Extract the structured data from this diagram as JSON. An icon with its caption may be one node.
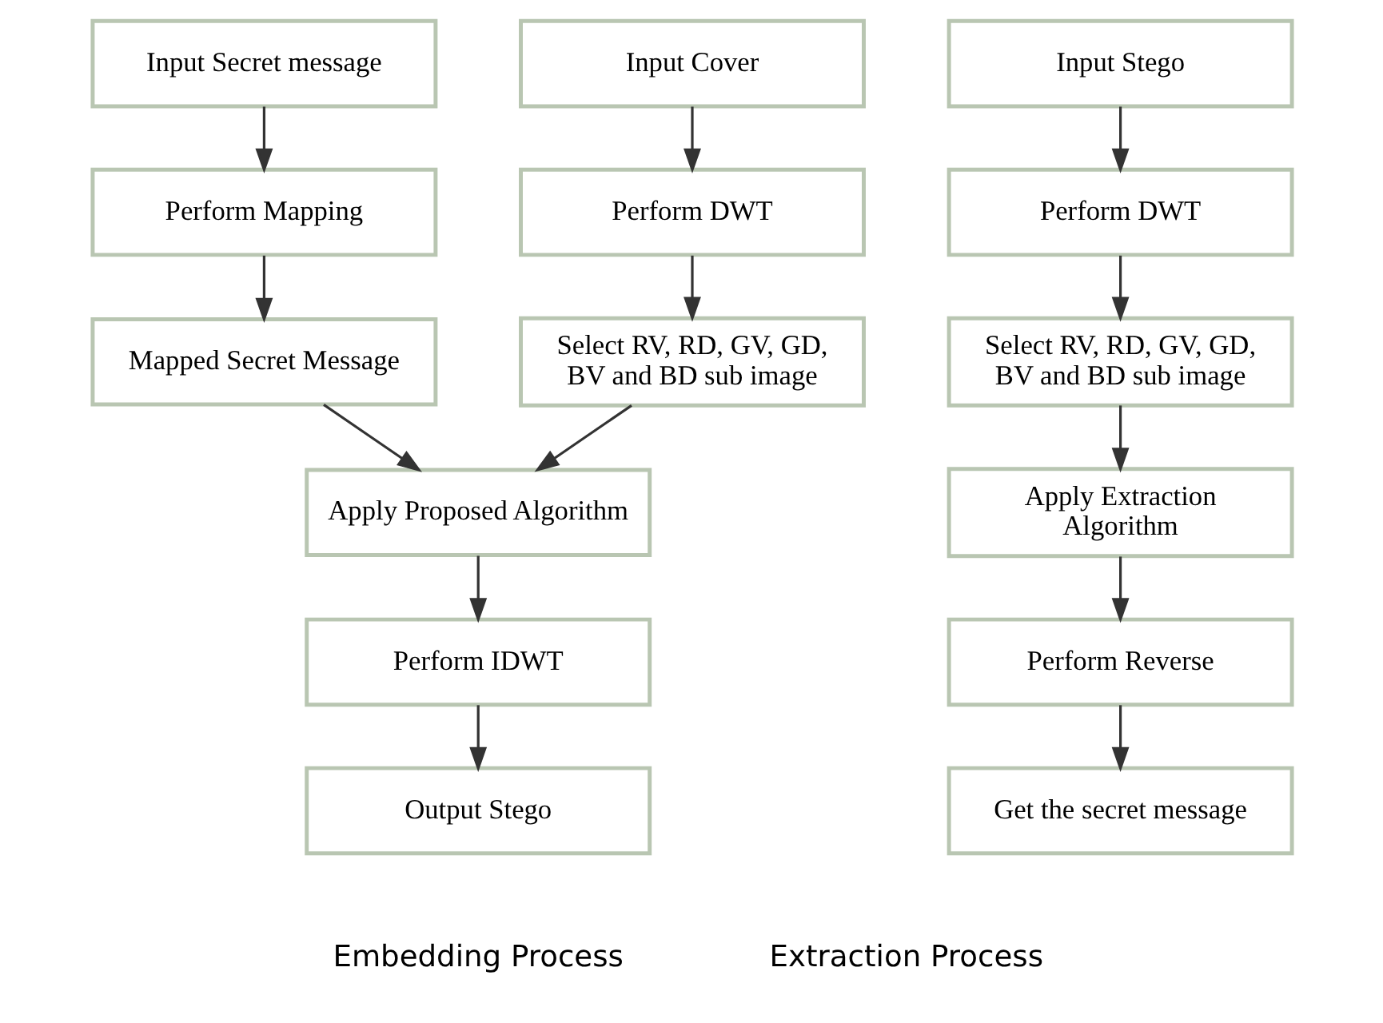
{
  "diagram": {
    "nodes": [
      {
        "text": [
          "Input Secret message"
        ]
      },
      {
        "text": [
          "Perform Mapping"
        ]
      },
      {
        "text": [
          "Mapped Secret Message"
        ]
      },
      {
        "text": [
          "Input Cover"
        ]
      },
      {
        "text": [
          "Perform DWT"
        ]
      },
      {
        "text": [
          "Select RV, RD, GV, GD, BV and BD sub image"
        ]
      },
      {
        "text": [
          "Apply Proposed Algorithm"
        ]
      },
      {
        "text": [
          "Perform IDWT"
        ]
      },
      {
        "text": [
          "Output Stego"
        ]
      },
      {
        "text": [
          "Input Stego"
        ]
      },
      {
        "text": [
          "Perform DWT"
        ]
      },
      {
        "text": [
          "Select RV, RD, GV, GD, BV and BD sub image"
        ]
      },
      {
        "text": [
          "Apply Extraction Algorithm"
        ]
      },
      {
        "text": [
          "Perform Reverse"
        ]
      },
      {
        "text": [
          "Get the secret message"
        ]
      }
    ],
    "edges": [
      {
        "from": 0,
        "to": 1,
        "arrow": "to"
      },
      {
        "from": 1,
        "to": 2,
        "arrow": "to"
      },
      {
        "from": 3,
        "to": 4,
        "arrow": "to"
      },
      {
        "from": 4,
        "to": 5,
        "arrow": "to"
      },
      {
        "from": 2,
        "to": 6,
        "arrow": "to"
      },
      {
        "from": 5,
        "to": 6,
        "arrow": "to"
      },
      {
        "from": 6,
        "to": 7,
        "arrow": "to"
      },
      {
        "from": 7,
        "to": 8,
        "arrow": "to"
      },
      {
        "from": 9,
        "to": 10,
        "arrow": "to"
      },
      {
        "from": 10,
        "to": 11,
        "arrow": "to"
      },
      {
        "from": 11,
        "to": 12,
        "arrow": "to"
      },
      {
        "from": 12,
        "to": 13,
        "arrow": "to"
      },
      {
        "from": 13,
        "to": 14,
        "arrow": "to"
      }
    ],
    "labels": [
      "Embedding Process",
      "Extraction Process"
    ]
  }
}
